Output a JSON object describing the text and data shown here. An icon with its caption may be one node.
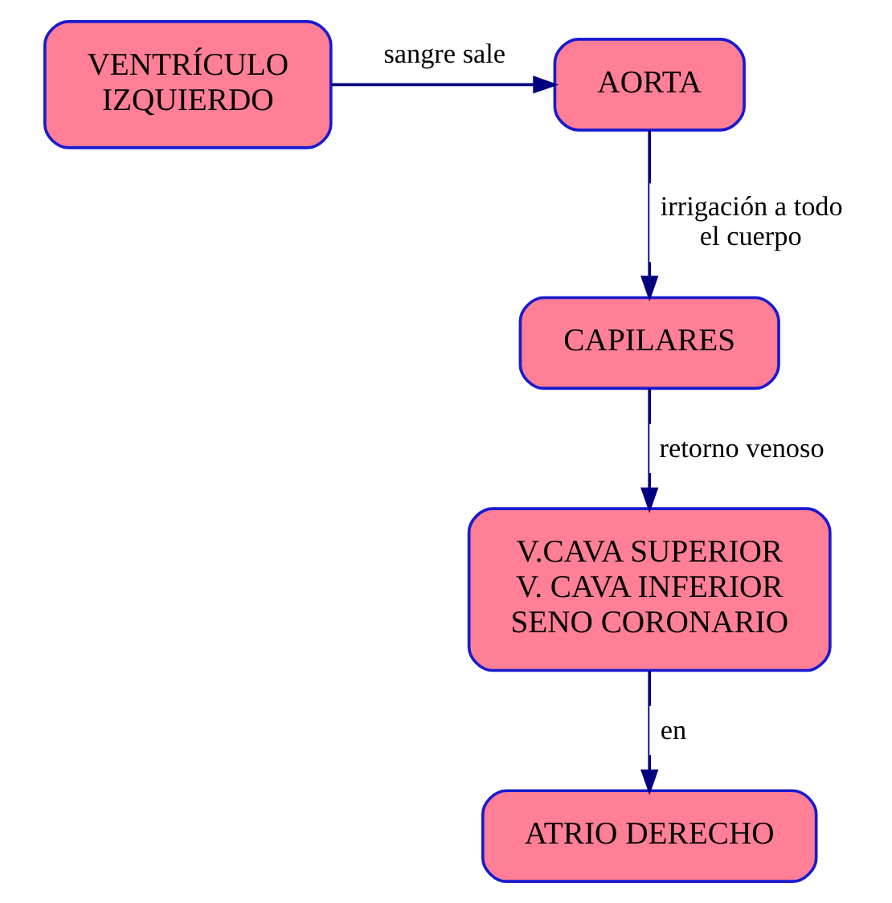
{
  "diagram": {
    "nodes": [
      {
        "text": [
          "VENTRÍCULO IZQUIERDO"
        ]
      },
      {
        "text": [
          "AORTA"
        ]
      },
      {
        "text": [
          "CAPILARES"
        ]
      },
      {
        "text": [
          "V.CAVA SUPERIOR",
          "V. CAVA INFERIOR",
          "SENO CORONARIO"
        ]
      },
      {
        "text": [
          "ATRIO DERECHO"
        ]
      }
    ],
    "edges": [
      {
        "from": 0,
        "to": 1,
        "arrow": "to",
        "label": "sangre sale"
      },
      {
        "from": 1,
        "to": 2,
        "arrow": "to",
        "label": "irrigación a todo el cuerpo"
      },
      {
        "from": 2,
        "to": 3,
        "arrow": "to",
        "label": "retorno venoso"
      },
      {
        "from": 3,
        "to": 4,
        "arrow": "to",
        "label": "en"
      }
    ]
  }
}
